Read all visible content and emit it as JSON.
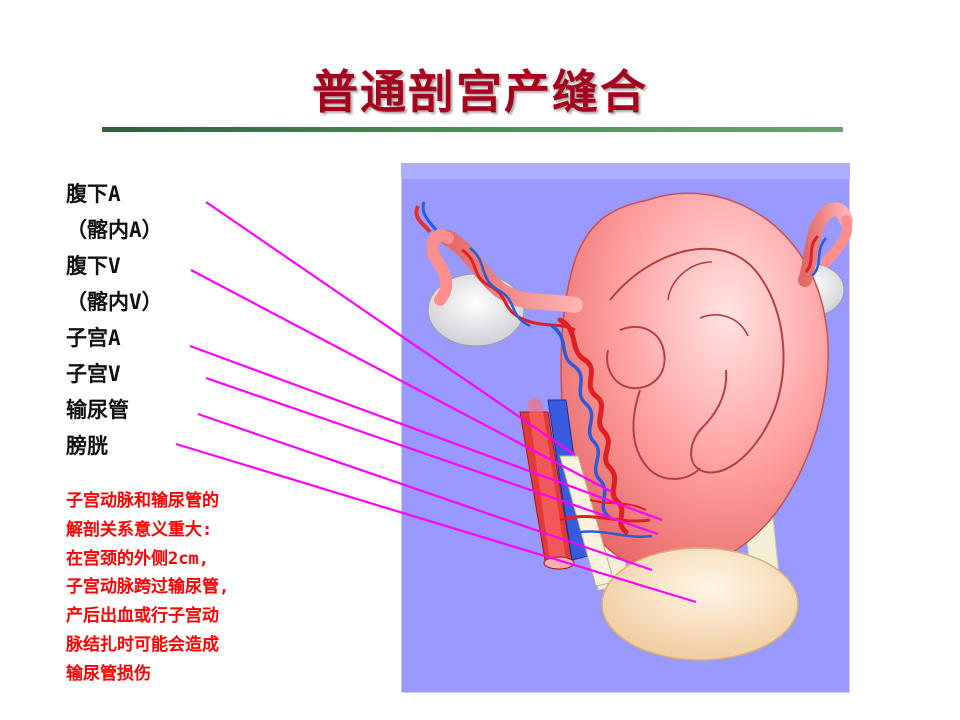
{
  "slide": {
    "title": "普通剖宫产缝合"
  },
  "labels": [
    "腹下A",
    "（髂内A）",
    "腹下V",
    "（髂内V）",
    "子宫A",
    "子宫V",
    "输尿管",
    "膀胱"
  ],
  "note_lines": [
    "子宫动脉和输尿管的",
    "解剖关系意义重大:",
    "在宫颈的外侧2cm,",
    "子宫动脉跨过输尿管,",
    "产后出血或行子宫动",
    "脉结扎时可能会造成",
    "输尿管损伤"
  ],
  "colors": {
    "title": "#a5001c",
    "note": "#ff0000",
    "leader_line": "#ff00ff",
    "panel": "#9999ff"
  }
}
